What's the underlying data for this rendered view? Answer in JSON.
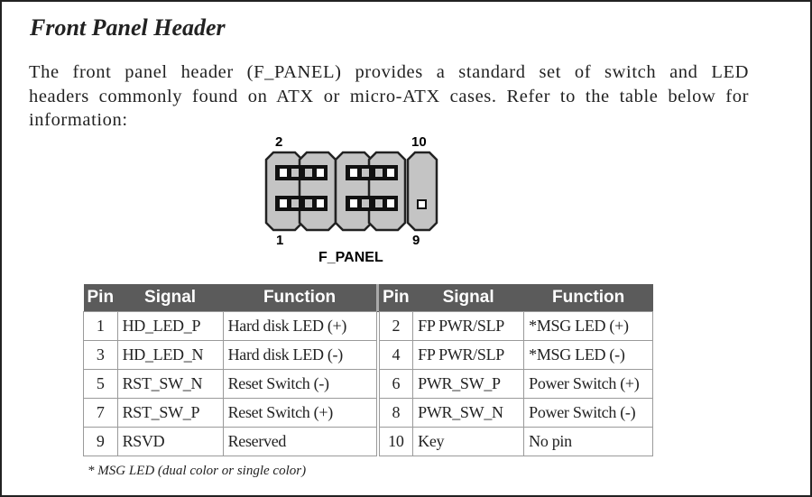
{
  "title": "Front Panel Header",
  "paragraph_lines": [
    "The front panel header (F_PANEL) provides a standard set of switch and LED",
    "headers commonly found on ATX or micro-ATX cases. Refer to the table below for",
    "information:"
  ],
  "diagram": {
    "label_top_left": "2",
    "label_top_right": "10",
    "label_bottom_left": "1",
    "label_bottom_right": "9",
    "name": "F_PANEL"
  },
  "table": {
    "headers": [
      "Pin",
      "Signal",
      "Function",
      "Pin",
      "Signal",
      "Function"
    ],
    "rows": [
      [
        "1",
        "HD_LED_P",
        "Hard disk LED (+)",
        "2",
        "FP PWR/SLP",
        "*MSG LED (+)"
      ],
      [
        "3",
        "HD_LED_N",
        "Hard disk LED (-)",
        "4",
        "FP PWR/SLP",
        "*MSG LED (-)"
      ],
      [
        "5",
        "RST_SW_N",
        "Reset Switch (-)",
        "6",
        "PWR_SW_P",
        "Power Switch (+)"
      ],
      [
        "7",
        "RST_SW_P",
        "Reset Switch (+)",
        "8",
        "PWR_SW_N",
        "Power Switch (-)"
      ],
      [
        "9",
        "RSVD",
        "Reserved",
        "10",
        "Key",
        "No pin"
      ]
    ]
  },
  "footnote": "* MSG LED (dual color or single color)",
  "colors": {
    "header_bg": "#5b5b5b",
    "connector_fill": "#c4c4c4",
    "border": "#9a9a9a"
  }
}
